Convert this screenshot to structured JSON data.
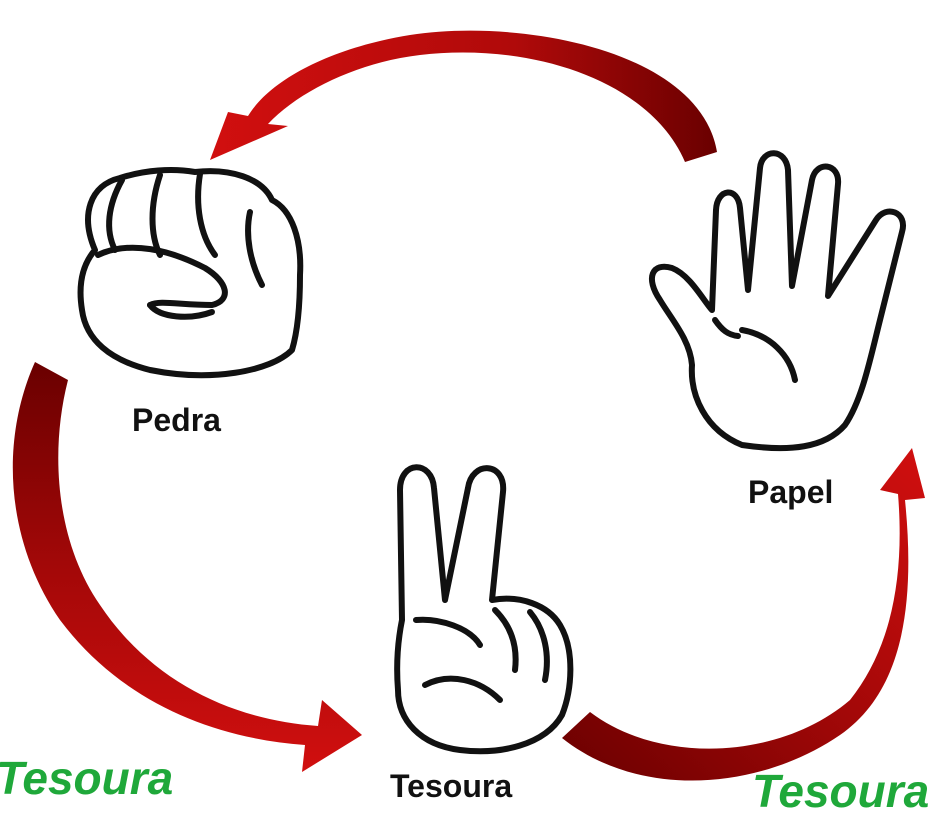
{
  "colors": {
    "arrow_dark": "#7a0000",
    "arrow_light": "#d10f0f",
    "outcome_text": "#1fa83a",
    "hand_stroke": "#111111",
    "hand_fill": "#ffffff"
  },
  "hands": {
    "rock": {
      "label": "Pedra",
      "icon": "fist-icon"
    },
    "paper": {
      "label": "Papel",
      "icon": "open-hand-icon"
    },
    "scissors": {
      "label": "Tesoura",
      "icon": "peace-sign-hand-icon"
    }
  },
  "outcomes": {
    "bottom_left": "Tesoura",
    "bottom_right": "Tesoura"
  }
}
